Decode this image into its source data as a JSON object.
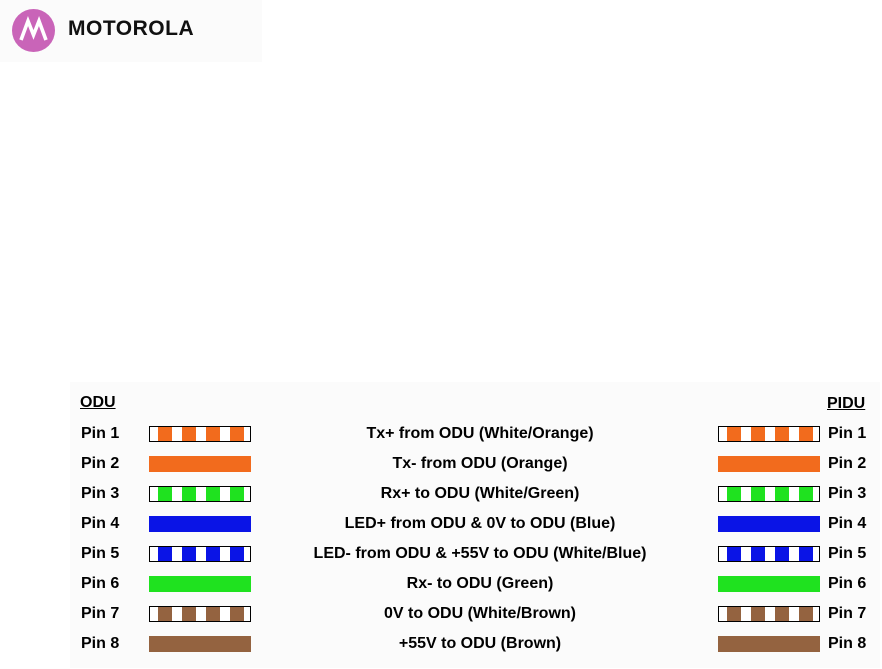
{
  "logo": {
    "text": "MOTOROLA"
  },
  "headers": {
    "left": "ODU",
    "right": "PIDU"
  },
  "rows": [
    {
      "left": "Pin 1",
      "right": "Pin 1",
      "label": "Tx+ from ODU (White/Orange)",
      "color": "#f26b1d",
      "striped": true
    },
    {
      "left": "Pin 2",
      "right": "Pin 2",
      "label": "Tx- from ODU (Orange)",
      "color": "#f26b1d",
      "striped": false
    },
    {
      "left": "Pin 3",
      "right": "Pin 3",
      "label": "Rx+ to ODU (White/Green)",
      "color": "#1fe21f",
      "striped": true
    },
    {
      "left": "Pin 4",
      "right": "Pin 4",
      "label": "LED+ from ODU & 0V to ODU (Blue)",
      "color": "#0a14e6",
      "striped": false
    },
    {
      "left": "Pin 5",
      "right": "Pin 5",
      "label": "LED- from ODU & +55V to ODU (White/Blue)",
      "color": "#0a14e6",
      "striped": true
    },
    {
      "left": "Pin 6",
      "right": "Pin 6",
      "label": "Rx- to ODU (Green)",
      "color": "#1fe21f",
      "striped": false
    },
    {
      "left": "Pin 7",
      "right": "Pin 7",
      "label": "0V to ODU  (White/Brown)",
      "color": "#946340",
      "striped": true
    },
    {
      "left": "Pin 8",
      "right": "Pin 8",
      "label": "+55V to ODU  (Brown)",
      "color": "#946340",
      "striped": false
    }
  ]
}
